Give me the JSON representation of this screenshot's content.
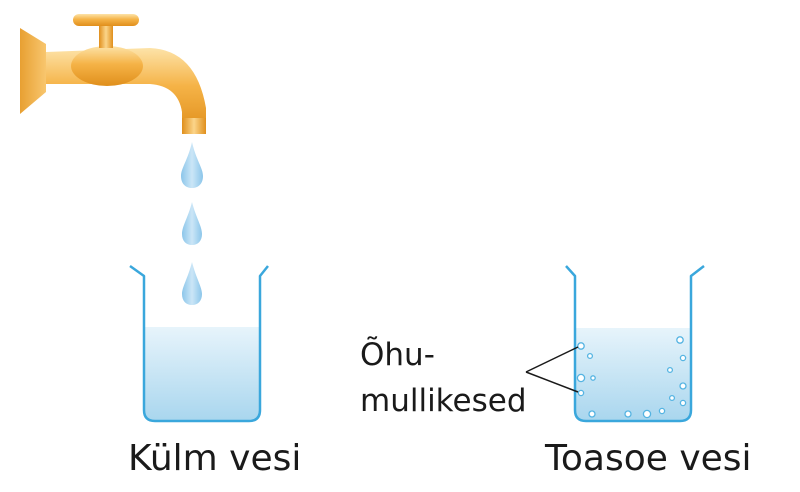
{
  "labels": {
    "cold_water": "Külm vesi",
    "room_water": "Toasoe vesi",
    "bubbles_line1": "Õhu-",
    "bubbles_line2": "mullikesed"
  },
  "colors": {
    "faucet_light": "#fde3a8",
    "faucet_mid": "#f5b347",
    "faucet_dark": "#e08f1c",
    "water_light": "#e7f4fb",
    "water_dark": "#a9d6ee",
    "droplet": "#a7d3ef",
    "beaker_stroke": "#3aa7dc",
    "bubble_stroke": "#55b4e2"
  }
}
